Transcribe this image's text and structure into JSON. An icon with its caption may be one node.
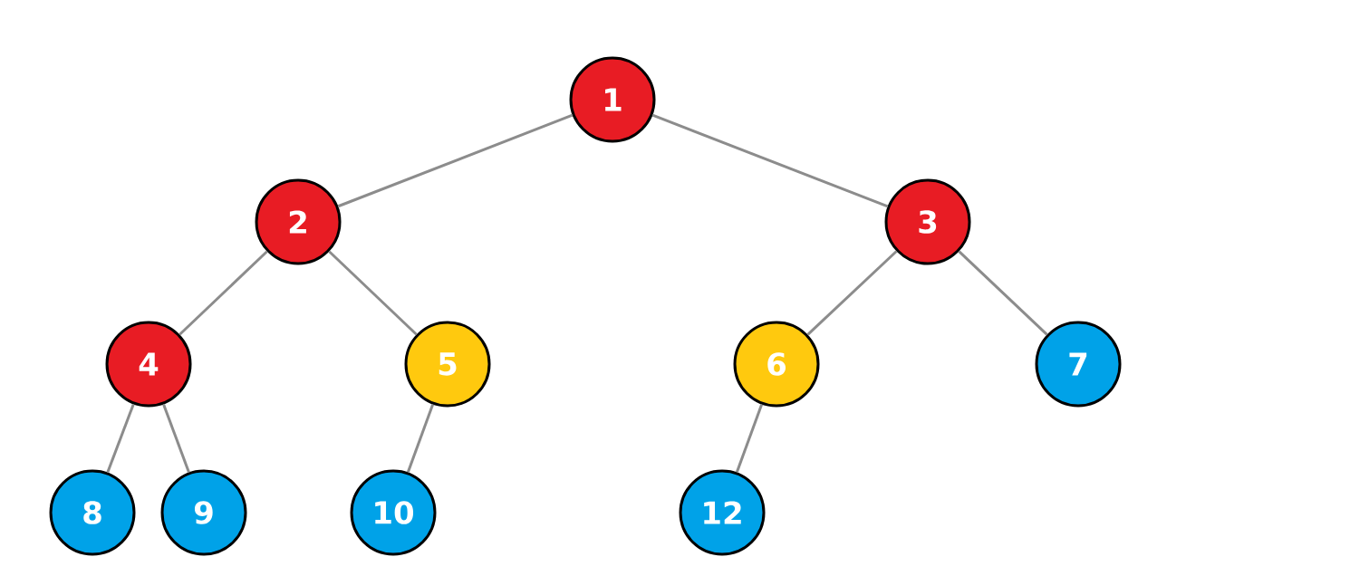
{
  "diagram": {
    "nodes": [
      {
        "text": [
          "1"
        ]
      },
      {
        "text": [
          "2"
        ]
      },
      {
        "text": [
          "3"
        ]
      },
      {
        "text": [
          "4"
        ]
      },
      {
        "text": [
          "5"
        ]
      },
      {
        "text": [
          "6"
        ]
      },
      {
        "text": [
          "7"
        ]
      },
      {
        "text": [
          "8"
        ]
      },
      {
        "text": [
          "9"
        ]
      },
      {
        "text": [
          "10"
        ]
      },
      {
        "text": [
          "12"
        ]
      }
    ],
    "edges": [
      {
        "from": 0,
        "to": 1,
        "arrow": "none"
      },
      {
        "from": 0,
        "to": 2,
        "arrow": "none"
      },
      {
        "from": 1,
        "to": 3,
        "arrow": "none"
      },
      {
        "from": 1,
        "to": 4,
        "arrow": "none"
      },
      {
        "from": 2,
        "to": 5,
        "arrow": "none"
      },
      {
        "from": 2,
        "to": 6,
        "arrow": "none"
      },
      {
        "from": 3,
        "to": 7,
        "arrow": "none"
      },
      {
        "from": 3,
        "to": 8,
        "arrow": "none"
      },
      {
        "from": 4,
        "to": 9,
        "arrow": "none"
      },
      {
        "from": 5,
        "to": 10,
        "arrow": "none"
      }
    ]
  }
}
